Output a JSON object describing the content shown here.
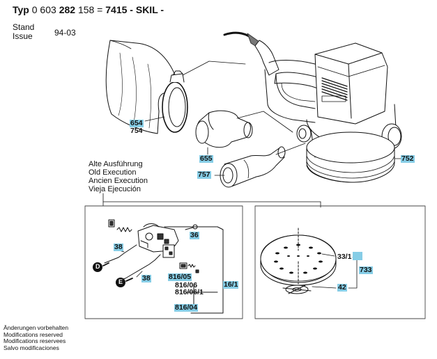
{
  "header": {
    "typ_label": "Typ",
    "part_prefix": "0 603",
    "part_bold": "282",
    "part_suffix": "158 =",
    "model": "7415 - SKIL -"
  },
  "stand": {
    "label_de": "Stand",
    "label_en": "Issue",
    "value": "94-03"
  },
  "execution_note": [
    "Alte Ausführung",
    "Old Execution",
    "Ancien Execution",
    "Vieja Ejecución"
  ],
  "footer_notes": [
    "Änderungen vorbehalten",
    "Modifications reserved",
    "Modifications reservees",
    "Salvo modificaciones"
  ],
  "callouts": {
    "p654": "654",
    "p754": "754",
    "p655": "655",
    "p757": "757",
    "p752": "752",
    "p36": "36",
    "p38a": "38",
    "p38b": "38",
    "p816_05": "816/05",
    "p816_06": "816/06",
    "p816_06_1": "816/06/1",
    "p16_1": "16/1",
    "p816_04": "816/04",
    "p33_1": "33/1",
    "p733": "733",
    "p42": "42",
    "conn_d": "D",
    "conn_e": "E"
  },
  "colors": {
    "highlight": "#86cde6",
    "line": "#111111",
    "frame": "#444444"
  }
}
